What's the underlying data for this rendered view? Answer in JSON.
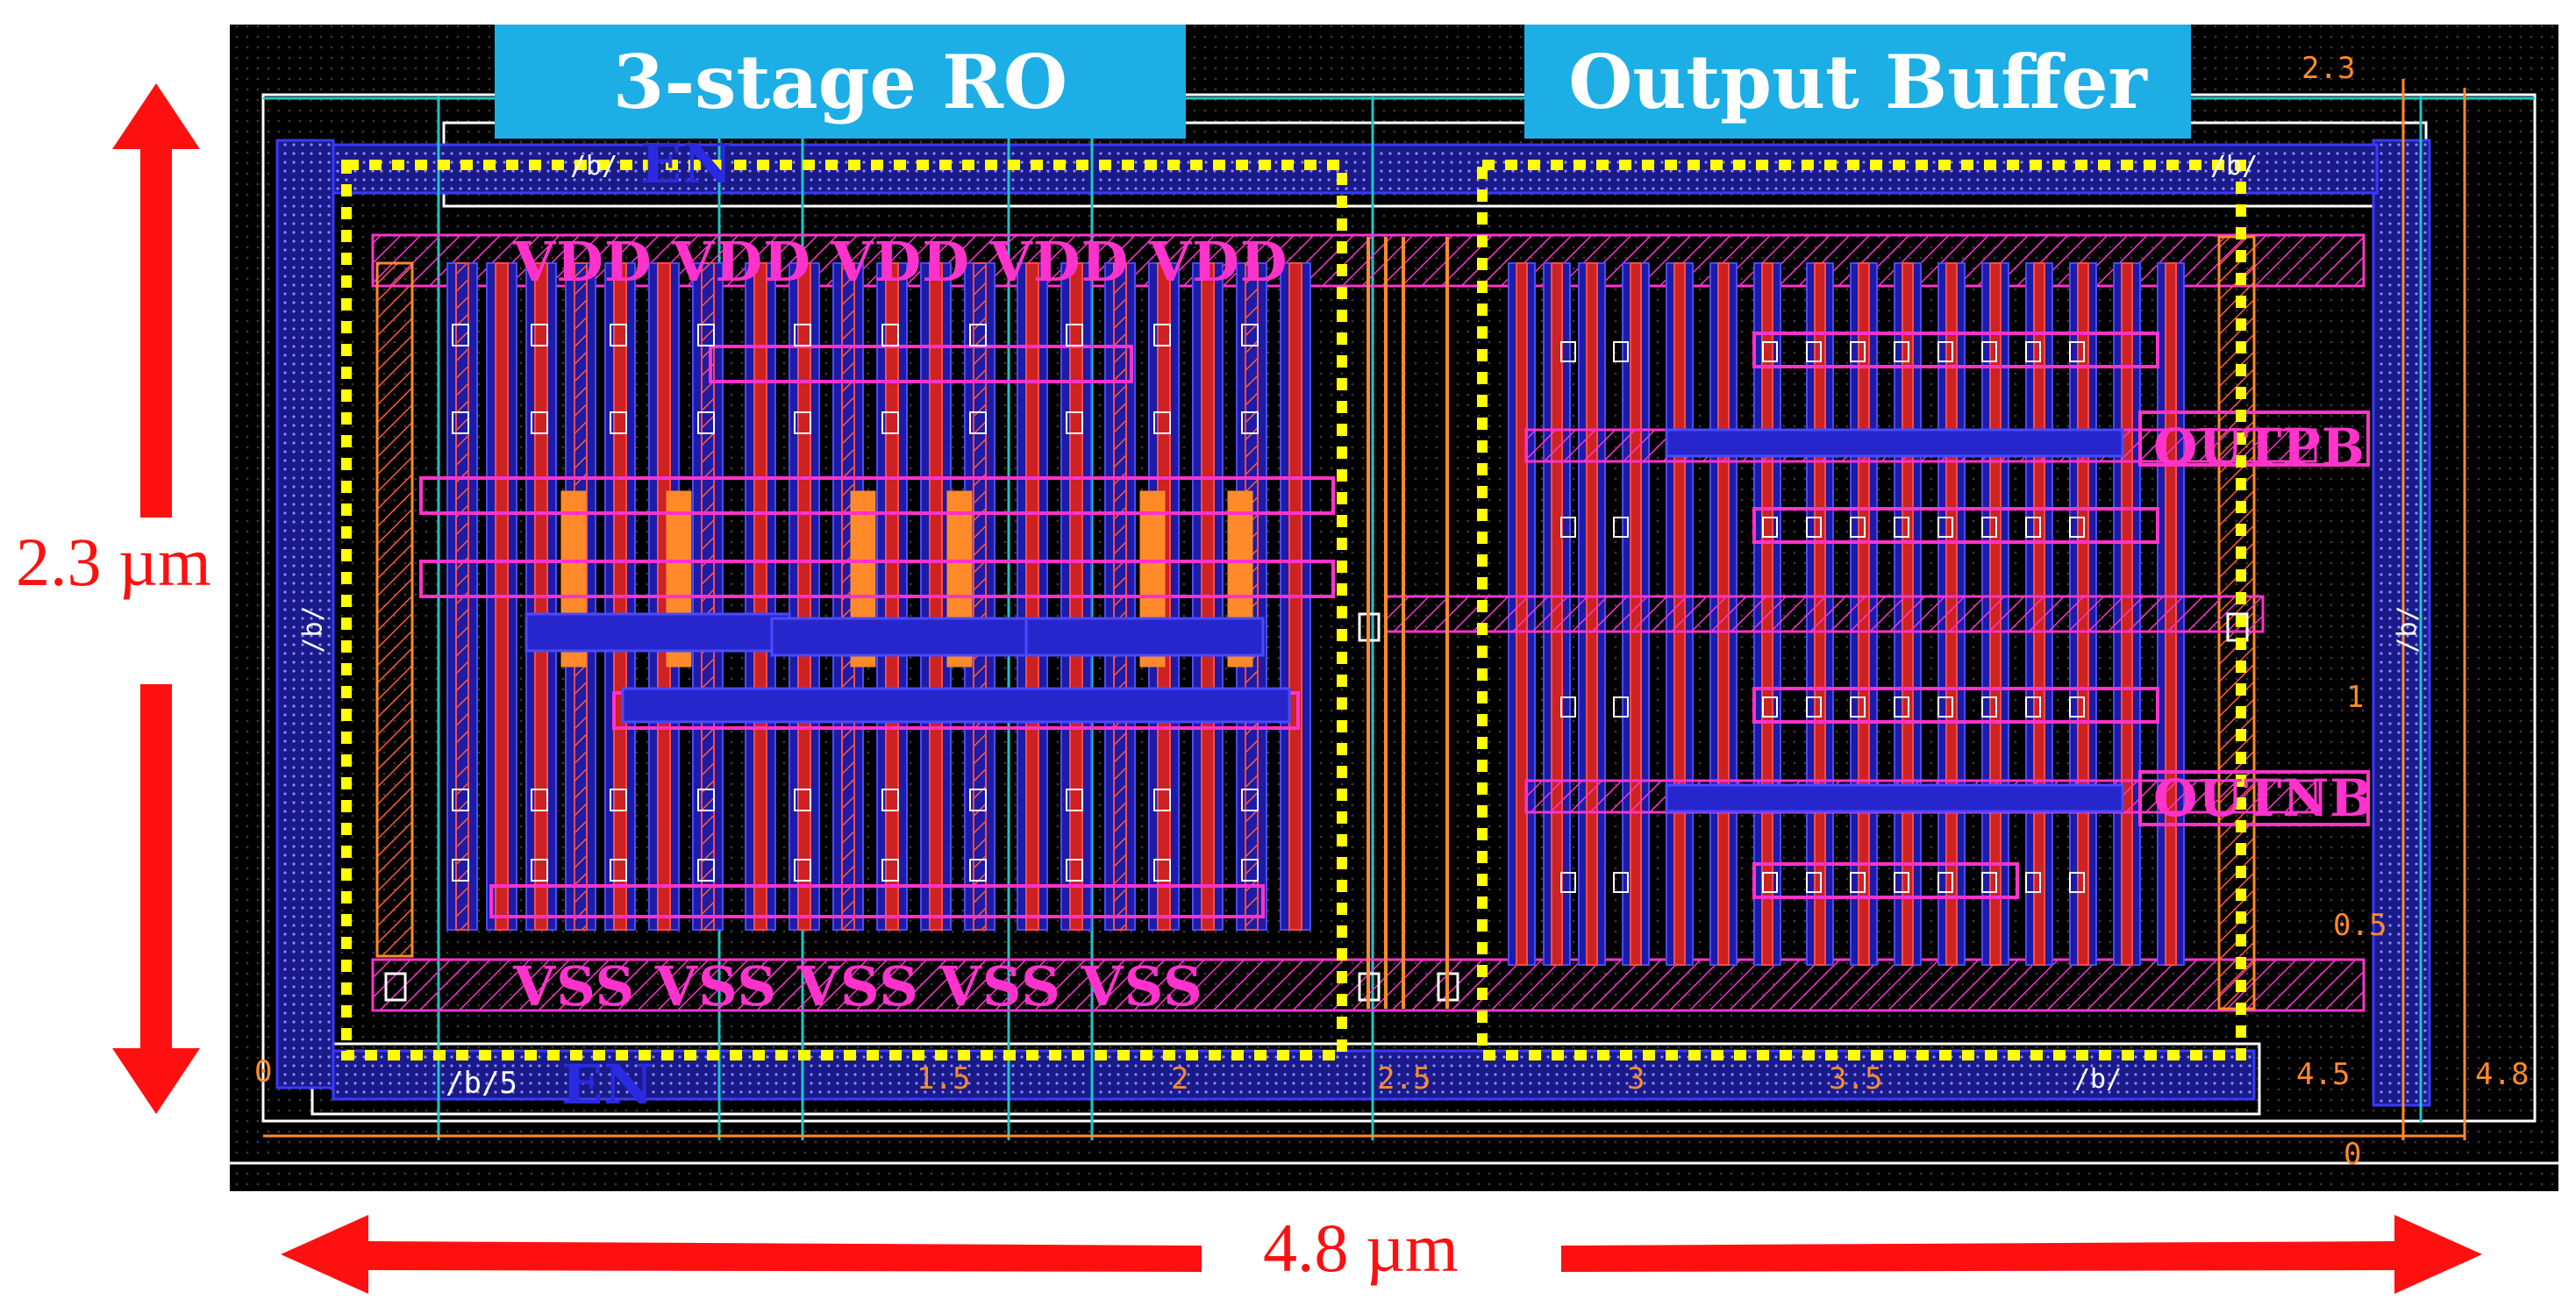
{
  "labels": {
    "ro_block": "3-stage RO",
    "buffer_block": "Output Buffer"
  },
  "dimensions": {
    "height": "2.3 µm",
    "width": "4.8 µm"
  },
  "ruler_x": [
    "0",
    "/b/5",
    "1.5",
    "2",
    "2.5",
    "3",
    "3.5",
    "4.5",
    "4.8"
  ],
  "ruler_top": "2.3",
  "ruler_bottom": "0",
  "ruler_right": [
    "0.5",
    "1"
  ],
  "pins": {
    "top_left": "/b/",
    "top_right": "/b/",
    "left": "/b/",
    "right": "/b/",
    "bottom_right": "/b/"
  },
  "nets": {
    "vdd_row": "VDD VDD VDD VDD VDD",
    "vss_row": "VSS VSS VSS VSS VSS",
    "outp": "OUTPB",
    "outn": "OUTNB",
    "en": "EN",
    "top_net": "EN"
  },
  "colors": {
    "layout_bg": "#000000",
    "label_bg": "#1eaee6",
    "dim_red": "#ff1010",
    "yellow_box": "#ffff00",
    "metal_magenta": "#ff33cc",
    "metal_orange": "#ff8a2a",
    "diff_blue": "#2222cc",
    "poly_red": "#dd2222"
  }
}
